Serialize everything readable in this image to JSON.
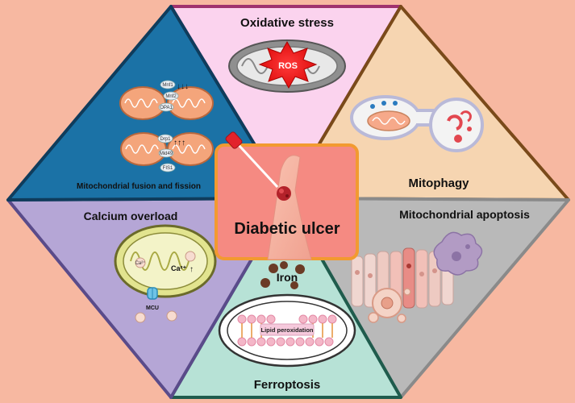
{
  "center": {
    "title": "Diabetic ulcer"
  },
  "segments": {
    "oxidative_stress": {
      "label": "Oxidative stress",
      "marker": "ROS"
    },
    "mitophagy": {
      "label": "Mitophagy"
    },
    "mitochondrial_apoptosis": {
      "label": "Mitochondrial apoptosis"
    },
    "ferroptosis": {
      "label": "Ferroptosis",
      "iron_label": "Iron",
      "lipid_label": "Lipid peroxidation"
    },
    "calcium_overload": {
      "label": "Calcium overload",
      "ion_label": "Ca²⁺",
      "ion_small": "Ca²⁺",
      "channel_label": "MCU"
    },
    "fusion_fission": {
      "label": "Mitochondrial fusion and fission",
      "fusion_proteins": [
        "Mnf1",
        "Mnf2",
        "OPA1"
      ],
      "fission_proteins": [
        "Drp1",
        "Mid49",
        "FIS1"
      ]
    }
  },
  "colors": {
    "background": "#f7b8a1",
    "oxidative_stress": "#fbd3ee",
    "mitophagy": "#f6d5b1",
    "mitochondrial_apoptosis": "#b9b9b9",
    "ferroptosis": "#b7e2d6",
    "calcium_overload": "#b5a6d6",
    "fusion_fission": "#1b72a6",
    "center": "#f58a82"
  }
}
